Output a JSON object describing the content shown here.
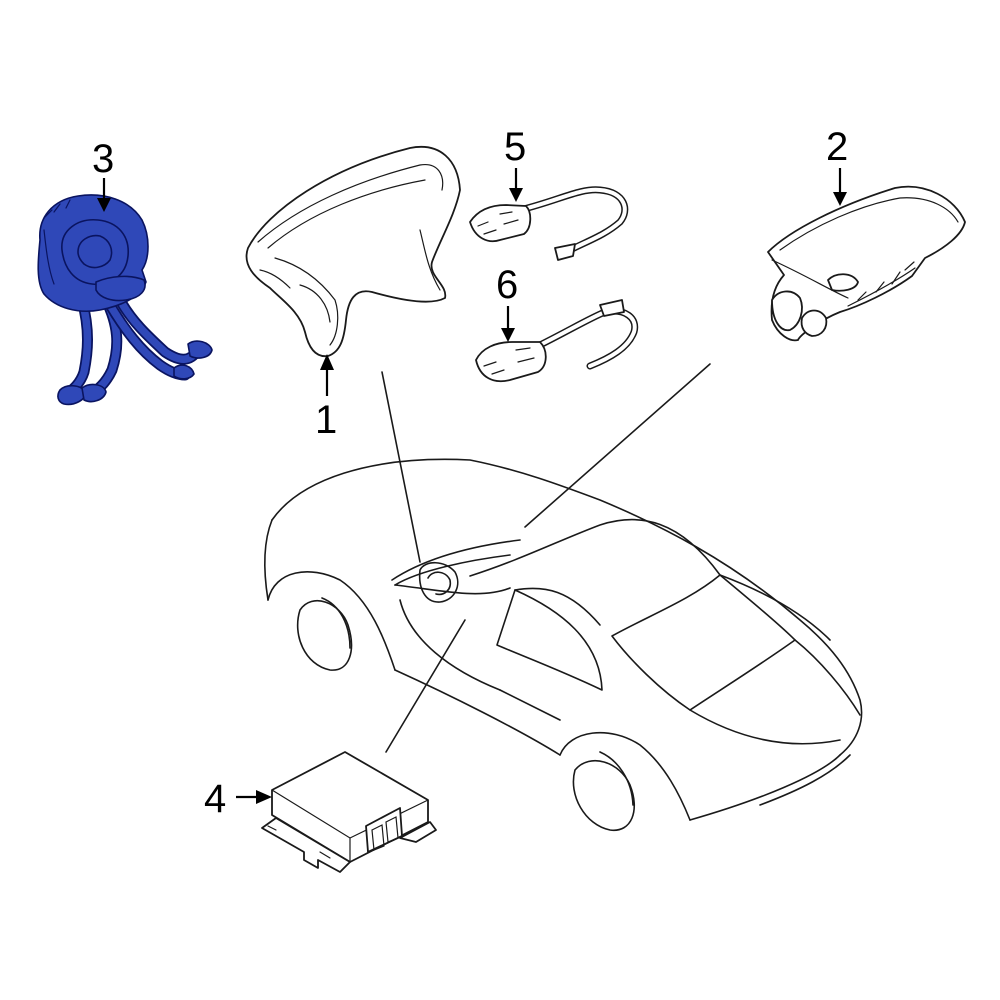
{
  "diagram": {
    "callouts": [
      {
        "id": "1",
        "label": "1"
      },
      {
        "id": "2",
        "label": "2"
      },
      {
        "id": "3",
        "label": "3"
      },
      {
        "id": "4",
        "label": "4"
      },
      {
        "id": "5",
        "label": "5"
      },
      {
        "id": "6",
        "label": "6"
      }
    ],
    "colors": {
      "highlight_fill": "#2f48b8",
      "outline": "#1a1a1a",
      "background": "#ffffff"
    },
    "highlighted_part": "3"
  }
}
